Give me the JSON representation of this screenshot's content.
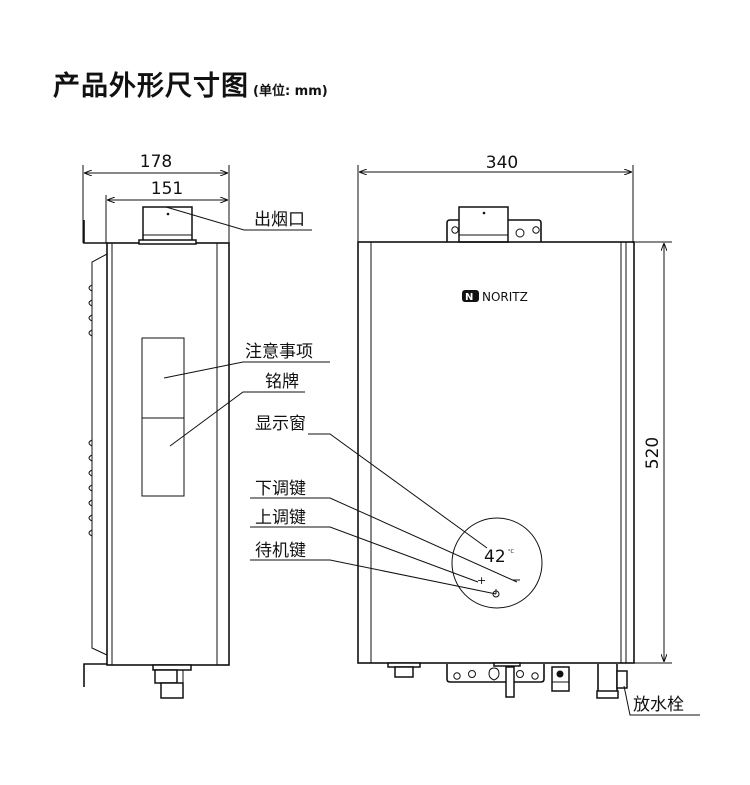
{
  "title": "产品外形尺寸图",
  "unit": "(单位: mm)",
  "dimensions": {
    "side_total_depth": "178",
    "side_body_depth": "151",
    "front_width": "340",
    "front_height": "520"
  },
  "labels": {
    "flue_outlet": "出烟口",
    "precautions": "注意事项",
    "nameplate": "铭牌",
    "display_window": "显示窗",
    "down_key": "下调键",
    "up_key": "上调键",
    "standby_key": "待机键",
    "drain_plug": "放水栓"
  },
  "brand": "NORITZ",
  "display": {
    "temperature": "42",
    "unit": "°C"
  }
}
